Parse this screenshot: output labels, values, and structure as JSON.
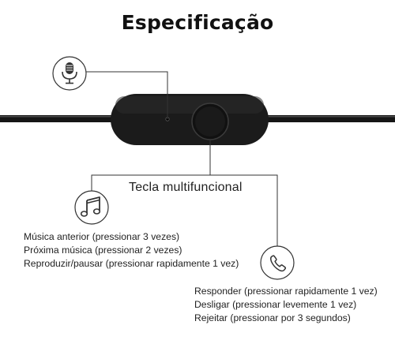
{
  "title": "Especificação",
  "control_label": "Tecla multifuncional",
  "icons": {
    "mic": "microphone-icon",
    "music": "music-note-icon",
    "phone": "phone-icon"
  },
  "music_functions": [
    "Música anterior (pressionar 3 vezes)",
    "Próxima música (pressionar 2 vezes)",
    "Reproduzir/pausar (pressionar rapidamente 1 vez)"
  ],
  "call_functions": [
    "Responder (pressionar rapidamente 1 vez)",
    "Desligar (pressionar levemente 1 vez)",
    "Rejeitar (pressionar por 3 segundos)"
  ]
}
